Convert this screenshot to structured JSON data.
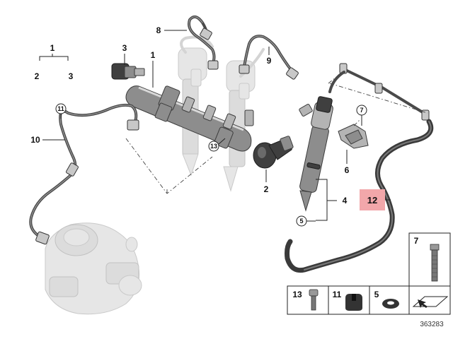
{
  "diagram_number": "363283",
  "highlight_color": "#f2a7aa",
  "callouts": {
    "c1_top": "1",
    "c2": "2",
    "c3_top": "3",
    "c3": "3",
    "c1": "1",
    "c8": "8",
    "c9": "9",
    "c11": "11",
    "c10": "10",
    "c13": "13",
    "c2_sensor": "2",
    "c7": "7",
    "c6": "6",
    "c4": "4",
    "c5": "5",
    "c12": "12"
  },
  "parts_legend": {
    "p7": "7",
    "p13": "13",
    "p11": "11",
    "p5": "5"
  },
  "icons": {
    "pump": "high-pressure-pump-icon",
    "rail": "fuel-rail-icon",
    "injector": "injector-icon",
    "sensor": "pressure-sensor-icon",
    "valve": "pressure-valve-icon",
    "bolt": "bolt-icon",
    "bushing": "rubber-bushing-icon",
    "seal": "seal-ring-icon",
    "bracket": "bracket-icon",
    "direction": "direction-arrow-icon"
  }
}
